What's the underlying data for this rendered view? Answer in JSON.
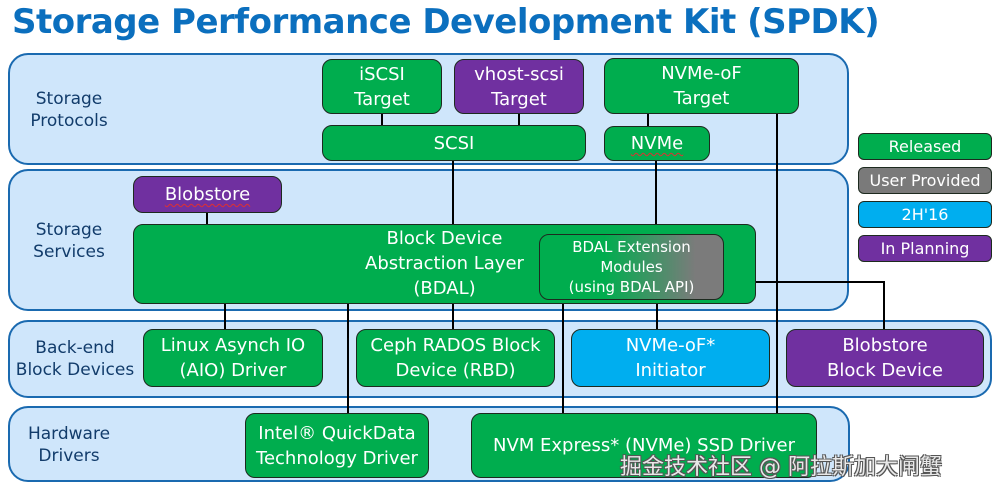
{
  "title": "Storage Performance Development Kit (SPDK)",
  "layers": [
    {
      "id": "storage-protocols",
      "label": "Storage\nProtocols"
    },
    {
      "id": "storage-services",
      "label": "Storage\nServices"
    },
    {
      "id": "backend-block-devices",
      "label": "Back-end\nBlock Devices"
    },
    {
      "id": "hardware-drivers",
      "label": "Hardware\nDrivers"
    }
  ],
  "components": {
    "iscsi_target": {
      "label": "iSCSI\nTarget",
      "status": "Released"
    },
    "vhost_scsi_target": {
      "label": "vhost-scsi\nTarget",
      "status": "In Planning"
    },
    "nvmeof_target": {
      "label": "NVMe-oF\nTarget",
      "status": "Released"
    },
    "scsi": {
      "label": "SCSI",
      "status": "Released"
    },
    "nvme": {
      "label": "NVMe",
      "status": "Released"
    },
    "blobstore": {
      "label": "Blobstore",
      "status": "In Planning"
    },
    "bdal": {
      "label": "Block Device\nAbstraction Layer\n(BDAL)",
      "status": "Released"
    },
    "bdal_ext": {
      "label": "BDAL Extension\nModules\n(using BDAL API)",
      "status": "User Provided"
    },
    "linux_aio": {
      "label": "Linux Asynch IO\n(AIO) Driver",
      "status": "Released"
    },
    "ceph_rbd": {
      "label": "Ceph RADOS Block\nDevice (RBD)",
      "status": "Released"
    },
    "nvmeof_initiator": {
      "label": "NVMe-oF*\nInitiator",
      "status": "2H'16"
    },
    "blobstore_bdev": {
      "label": "Blobstore\nBlock Device",
      "status": "In Planning"
    },
    "quickdata": {
      "label": "Intel® QuickData\nTechnology Driver",
      "status": "Released"
    },
    "nvme_driver": {
      "label": "NVM Express* (NVMe) SSD Driver",
      "status": "Released"
    }
  },
  "legend": [
    {
      "label": "Released",
      "color": "#00ad4e"
    },
    {
      "label": "User Provided",
      "color": "#7a7a7a"
    },
    {
      "label": "2H'16",
      "color": "#00aeef"
    },
    {
      "label": "In Planning",
      "color": "#7030a0"
    }
  ],
  "watermark": "掘金技术社区 @ 阿拉斯加大闸蟹"
}
